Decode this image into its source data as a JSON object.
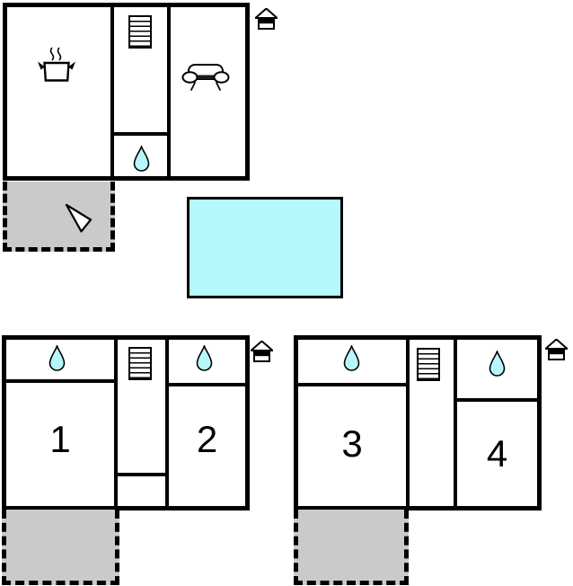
{
  "rooms": [
    {
      "label": "1"
    },
    {
      "label": "2"
    },
    {
      "label": "3"
    },
    {
      "label": "4"
    }
  ],
  "colors": {
    "water": "#b5f7fb",
    "terrace": "#cacaca",
    "wall": "#000000",
    "background": "#ffffff"
  },
  "icons": {
    "kitchen": "cooking-pot-with-steam",
    "living_room": "sofa",
    "bathroom": "water-drop",
    "stairs": "staircase",
    "floor_indicator": "house-floor-indicator",
    "entrance": "entrance-arrow",
    "pool": "swimming-pool",
    "terrace": "terrace-patio"
  }
}
